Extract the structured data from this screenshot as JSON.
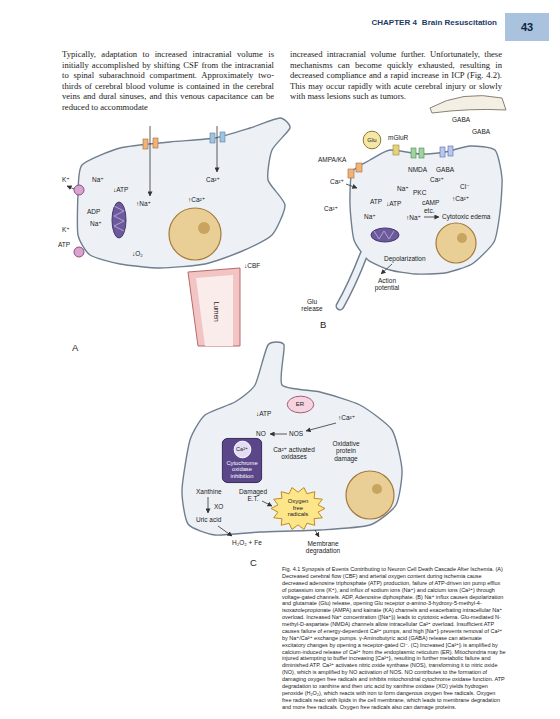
{
  "diagram": {
    "caption": "Fig. 4.1 Synopsis of Events Contributing to Neuron Cell Death Cascade After Ischemia. (A) Decreased cerebral flow (CBF) and arterial oxygen content during ischemia cause decreased adenosine triphosphate (ATP) production, failure of ATP-driven ion pump efflux of potassium ions (K⁺), and influx of sodium ions (Na⁺) and calcium ions (Ca²⁺) through voltage-gated channels. ADP, Adenosine diphosphate. (B) Na⁺ influx causes depolarization and glutamate (Glu) release, opening Glu receptor α-amino-3-hydroxy-5-methyl-4-isoxazolepropionate (AMPA) and kainate (KA) channels and exacerbating intracellular Na⁺ overload. Increased Na⁺ concentration ([Na⁺]ᵢ) leads to cytotoxic edema. Glu-mediated N-methyl-D-aspartate (NMDA) channels allow intracellular Ca²⁺ overload. Insufficient ATP causes failure of energy-dependent Ca²⁺ pumps, and high [Na⁺]ᵢ prevents removal of Ca²⁺ by Na⁺/Ca²⁺ exchange pumps. γ-Aminobutyric acid (GABA) release can attenuate excitatory changes by opening a receptor-gated Cl⁻. (C) Increased [Ca²⁺]ᵢ is amplified by calcium-induced release of Ca²⁺ from the endoplasmic reticulum (ER). Mitochondria may be injured attempting to buffer increasing [Ca²⁺]ᵢ, resulting in further metabolic failure and diminished ATP. Ca²⁺ activates nitric oxide synthase (NOS), transforming it to nitric oxide (NO), which is amplified by NO activation of NOS. NO contributes to the formation of damaging oxygen free radicals and inhibits mitochondrial cytochrome oxidase function. ATP degradation to xanthine and then uric acid by xanthine oxidase (XO) yields hydrogen peroxide (H₂O₂), which reacts with iron to form dangerous oxygen free radicals. Oxygen free radicals react with lipids in the cell membrane, which leads to membrane degradation and more free radicals. Oxygen free radicals also can damage proteins.",
    "nodes": [
      {
        "text": [
          "Glu"
        ]
      },
      {
        "text": [
          "ER"
        ]
      },
      {
        "text": [
          "Cytochrome oxidase inhibition"
        ]
      },
      {
        "text": [
          "Ca²⁺"
        ],
        "in": 2
      },
      {
        "text": [
          "Oxygen free radicals"
        ]
      }
    ],
    "labels": [
      "CHAPTER 4",
      "Brain Resuscitation",
      "43",
      "Typically, adaptation to increased intracranial volume is initially accomplished by shifting CSF from the intracranial to spinal subarachnoid compartment. Approximately two-thirds of cerebral blood volume is contained in the cerebral veins and dural sinuses, and this venous capacitance can be reduced to accommodate",
      "increased intracranial volume further. Unfortunately, these mechanisms can become quickly exhausted, resulting in decreased compliance and a rapid increase in ICP (Fig. 4.2). This may occur rapidly with acute cerebral injury or slowly with mass lesions such as tumors.",
      "K⁺",
      "Na⁺",
      "↓ATP",
      "Ca²⁺",
      "↑Na⁺",
      "↑Ca²⁺",
      "ADP",
      "Na⁺",
      "K⁺",
      "ATP",
      "↓O₂",
      "↓CBF",
      "Lumen",
      "A",
      "GABA",
      "GABA",
      "mGluR",
      "AMPA/KA",
      "NMDA",
      "GABA",
      "Ca²⁺",
      "Ca²⁺",
      "Cl⁻",
      "Na⁺",
      "PKC",
      "↑Ca²⁺",
      "ATP",
      "↓ATP",
      "cAMP",
      "etc.",
      "Ca²⁺",
      "Na⁺",
      "↑Na⁺",
      "Cytotoxic edema",
      "Depolarization",
      "Action potential",
      "Glu release",
      "B",
      "↓ATP",
      "↑Ca²⁺",
      "NO",
      "NOS",
      "Ca²⁺ activated oxidases",
      "Oxidative protein damage",
      "Xanthine",
      "Damaged E.T.",
      "XO",
      "Uric acid",
      "H₂O₂ + Fe",
      "Membrane degradation",
      "C"
    ]
  }
}
